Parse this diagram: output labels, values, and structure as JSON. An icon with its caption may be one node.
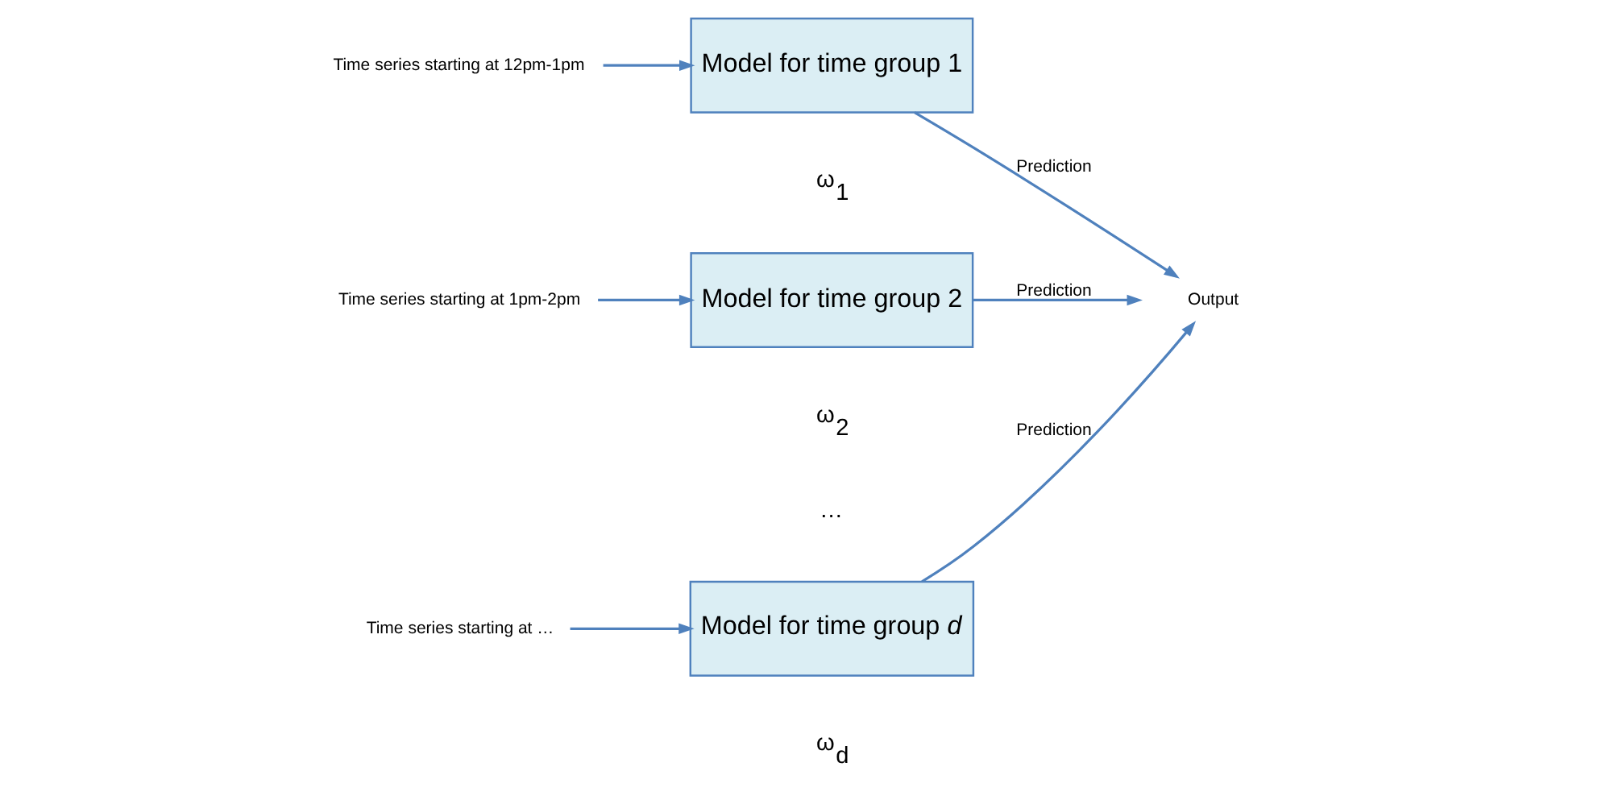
{
  "diagram": {
    "nodes": [
      {
        "text": [
          "Time series starting at 12pm-1pm"
        ]
      },
      {
        "text": [
          "Model for time group 1"
        ]
      },
      {
        "text": [
          "Time series starting at 1pm-2pm"
        ]
      },
      {
        "text": [
          "Model for time group 2"
        ]
      },
      {
        "text": [
          "Time series starting at …"
        ]
      },
      {
        "text": [
          "Model for time group *d*"
        ]
      },
      {
        "text": [
          "Output"
        ]
      }
    ],
    "edges": [
      {
        "from": 0,
        "to": 1,
        "arrow": "to"
      },
      {
        "from": 2,
        "to": 3,
        "arrow": "to"
      },
      {
        "from": 4,
        "to": 5,
        "arrow": "to"
      },
      {
        "from": 1,
        "to": 6,
        "arrow": "to",
        "label": "Prediction"
      },
      {
        "from": 3,
        "to": 6,
        "arrow": "to",
        "label": "Prediction"
      },
      {
        "from": 5,
        "to": 6,
        "arrow": "to",
        "label": "Prediction"
      }
    ],
    "labels": [
      "ω$_{1}$",
      "ω$_{2}$",
      "…",
      "ω$_{d}$"
    ]
  }
}
